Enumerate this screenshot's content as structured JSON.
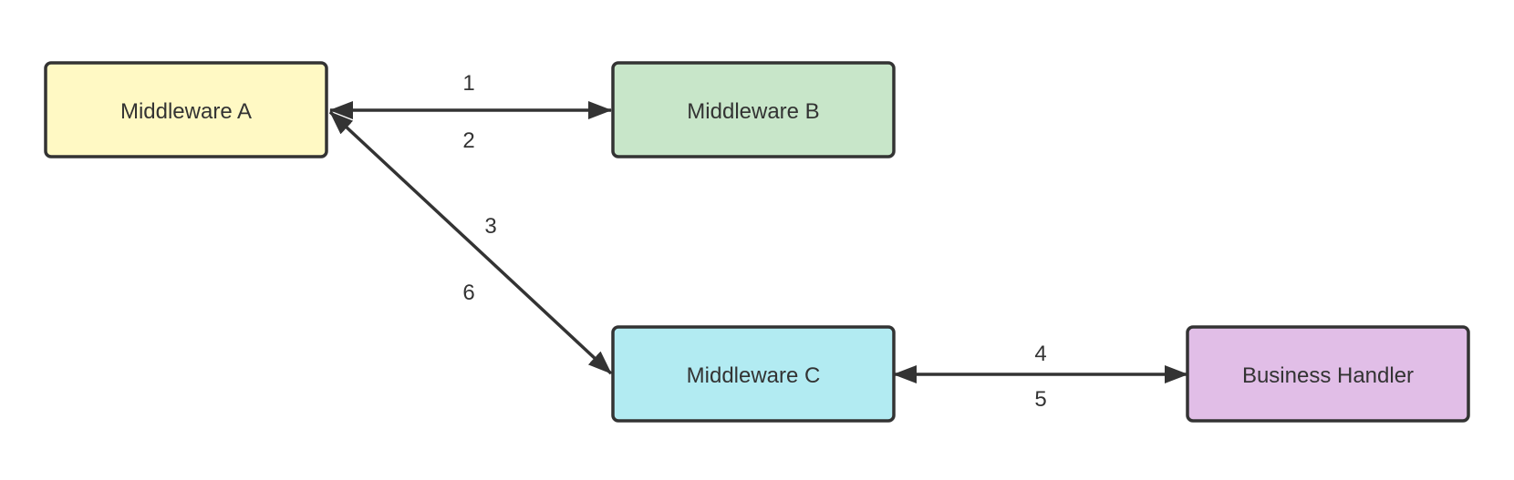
{
  "nodes": {
    "middleware_a": {
      "label": "Middleware A",
      "fill": "#fff9c4"
    },
    "middleware_b": {
      "label": "Middleware B",
      "fill": "#c8e6c9"
    },
    "middleware_c": {
      "label": "Middleware C",
      "fill": "#b2ebf2"
    },
    "business_handler": {
      "label": "Business Handler",
      "fill": "#e1bee7"
    }
  },
  "edges": {
    "a_b": {
      "from": "middleware_a",
      "to": "middleware_b",
      "bidirectional": true,
      "labels": [
        "1",
        "2"
      ]
    },
    "a_c": {
      "from": "middleware_a",
      "to": "middleware_c",
      "bidirectional": true,
      "labels": [
        "3",
        "6"
      ]
    },
    "c_handler": {
      "from": "middleware_c",
      "to": "business_handler",
      "bidirectional": true,
      "labels": [
        "4",
        "5"
      ]
    }
  },
  "colors": {
    "stroke": "#333333",
    "text": "#333333"
  }
}
